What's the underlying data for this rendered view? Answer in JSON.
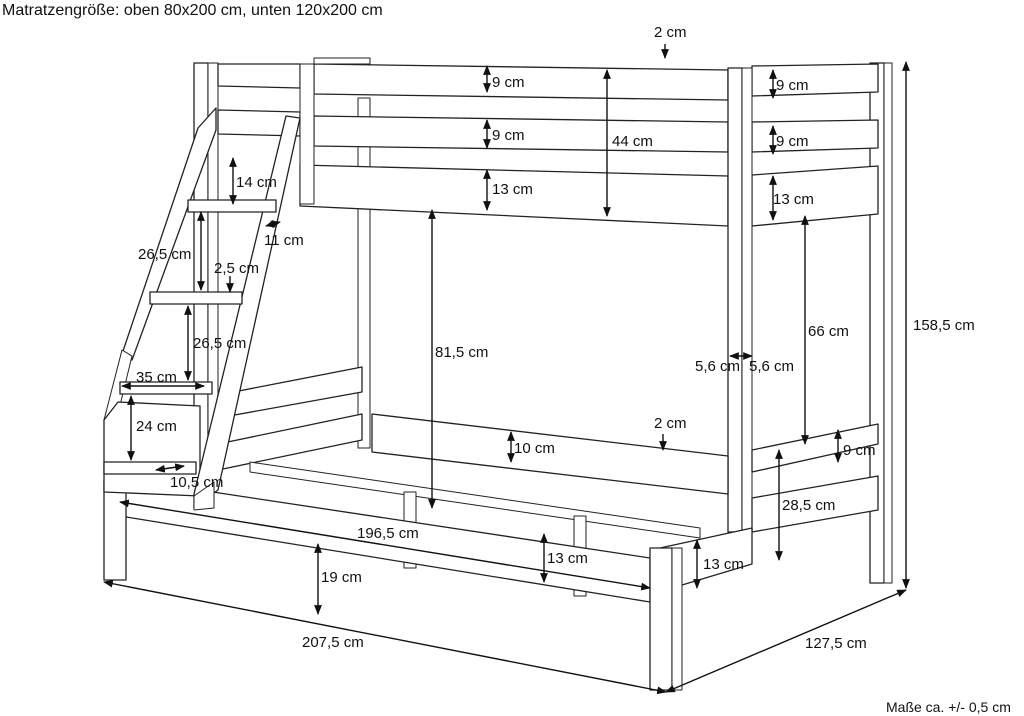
{
  "header": {
    "mattress_text": "Matratzengröße: oben 80x200 cm, unten 120x200 cm"
  },
  "footer": {
    "tolerance_text": "Maße ca. +/- 0,5 cm"
  },
  "dimensions": {
    "top_2cm": "2 cm",
    "upper_rail1": "9 cm",
    "upper_rail2": "9 cm",
    "upper_side": "13 cm",
    "upper_total": "44 cm",
    "right_rail1": "9 cm",
    "right_rail2": "9 cm",
    "right_side": "13 cm",
    "ladder_14": "14 cm",
    "ladder_11": "11 cm",
    "ladder_265a": "26,5 cm",
    "ladder_25": "2,5 cm",
    "ladder_265b": "26,5 cm",
    "ladder_35": "35 cm",
    "ladder_24": "24 cm",
    "ladder_105": "10,5 cm",
    "clearance_815": "81,5 cm",
    "post_56a": "5,6 cm",
    "post_56b": "5,6 cm",
    "clearance_66": "66 cm",
    "lower_2cm": "2 cm",
    "lower_back_10": "10 cm",
    "lower_rail_9": "9 cm",
    "lower_side_285": "28,5 cm",
    "lower_inner_1965": "196,5 cm",
    "lower_front_13": "13 cm",
    "lower_end_13": "13 cm",
    "leg_19": "19 cm",
    "total_length": "207,5 cm",
    "total_width": "127,5 cm",
    "total_height": "158,5 cm"
  }
}
